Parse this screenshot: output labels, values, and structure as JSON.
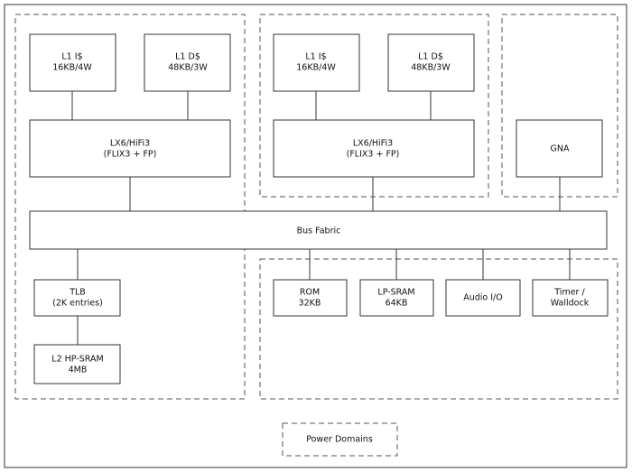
{
  "diagram": {
    "blocks": {
      "l1i_a": {
        "line1": "L1 I$",
        "line2": "16KB/4W"
      },
      "l1d_a": {
        "line1": "L1 D$",
        "line2": "48KB/3W"
      },
      "core_a": {
        "line1": "LX6/HiFi3",
        "line2": "(FLIX3 + FP)"
      },
      "l1i_b": {
        "line1": "L1 I$",
        "line2": "16KB/4W"
      },
      "l1d_b": {
        "line1": "L1 D$",
        "line2": "48KB/3W"
      },
      "core_b": {
        "line1": "LX6/HiFi3",
        "line2": "(FLIX3 + FP)"
      },
      "gna": {
        "line1": "GNA"
      },
      "bus": {
        "line1": "Bus Fabric"
      },
      "tlb": {
        "line1": "TLB",
        "line2": "(2K entries)"
      },
      "l2": {
        "line1": "L2 HP-SRAM",
        "line2": "4MB"
      },
      "rom": {
        "line1": "ROM",
        "line2": "32KB"
      },
      "lpsram": {
        "line1": "LP-SRAM",
        "line2": "64KB"
      },
      "audio": {
        "line1": "Audio I/O"
      },
      "timer": {
        "line1": "Timer /",
        "line2": "Walldock"
      },
      "power": {
        "line1": "Power Domains"
      }
    }
  }
}
